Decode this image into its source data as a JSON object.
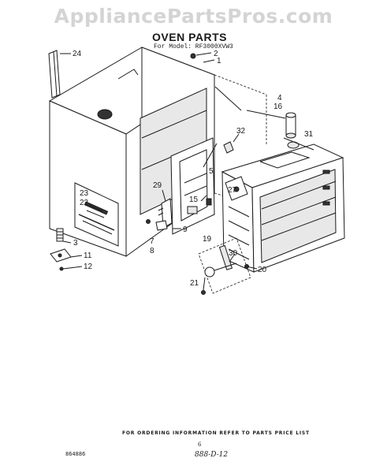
{
  "watermark": "AppliancePartsPros.com",
  "title": "OVEN PARTS",
  "subtitle": "For Model: RF3000XVW3",
  "footer": "FOR ORDERING INFORMATION REFER TO PARTS PRICE LIST",
  "page_number": "6",
  "part_number": "864886",
  "hand_code": "888-D-12",
  "callouts": {
    "c1": "1",
    "c2": "2",
    "c3": "3",
    "c4": "4",
    "c5": "5",
    "c7": "7",
    "c8": "8",
    "c9": "9",
    "c11": "11",
    "c12": "12",
    "c15": "15",
    "c16": "16",
    "c19": "19",
    "c20": "20",
    "c21": "21",
    "c22": "22",
    "c23": "23",
    "c24": "24",
    "c27": "27",
    "c29": "29",
    "c30": "30",
    "c31": "31",
    "c32": "32"
  }
}
